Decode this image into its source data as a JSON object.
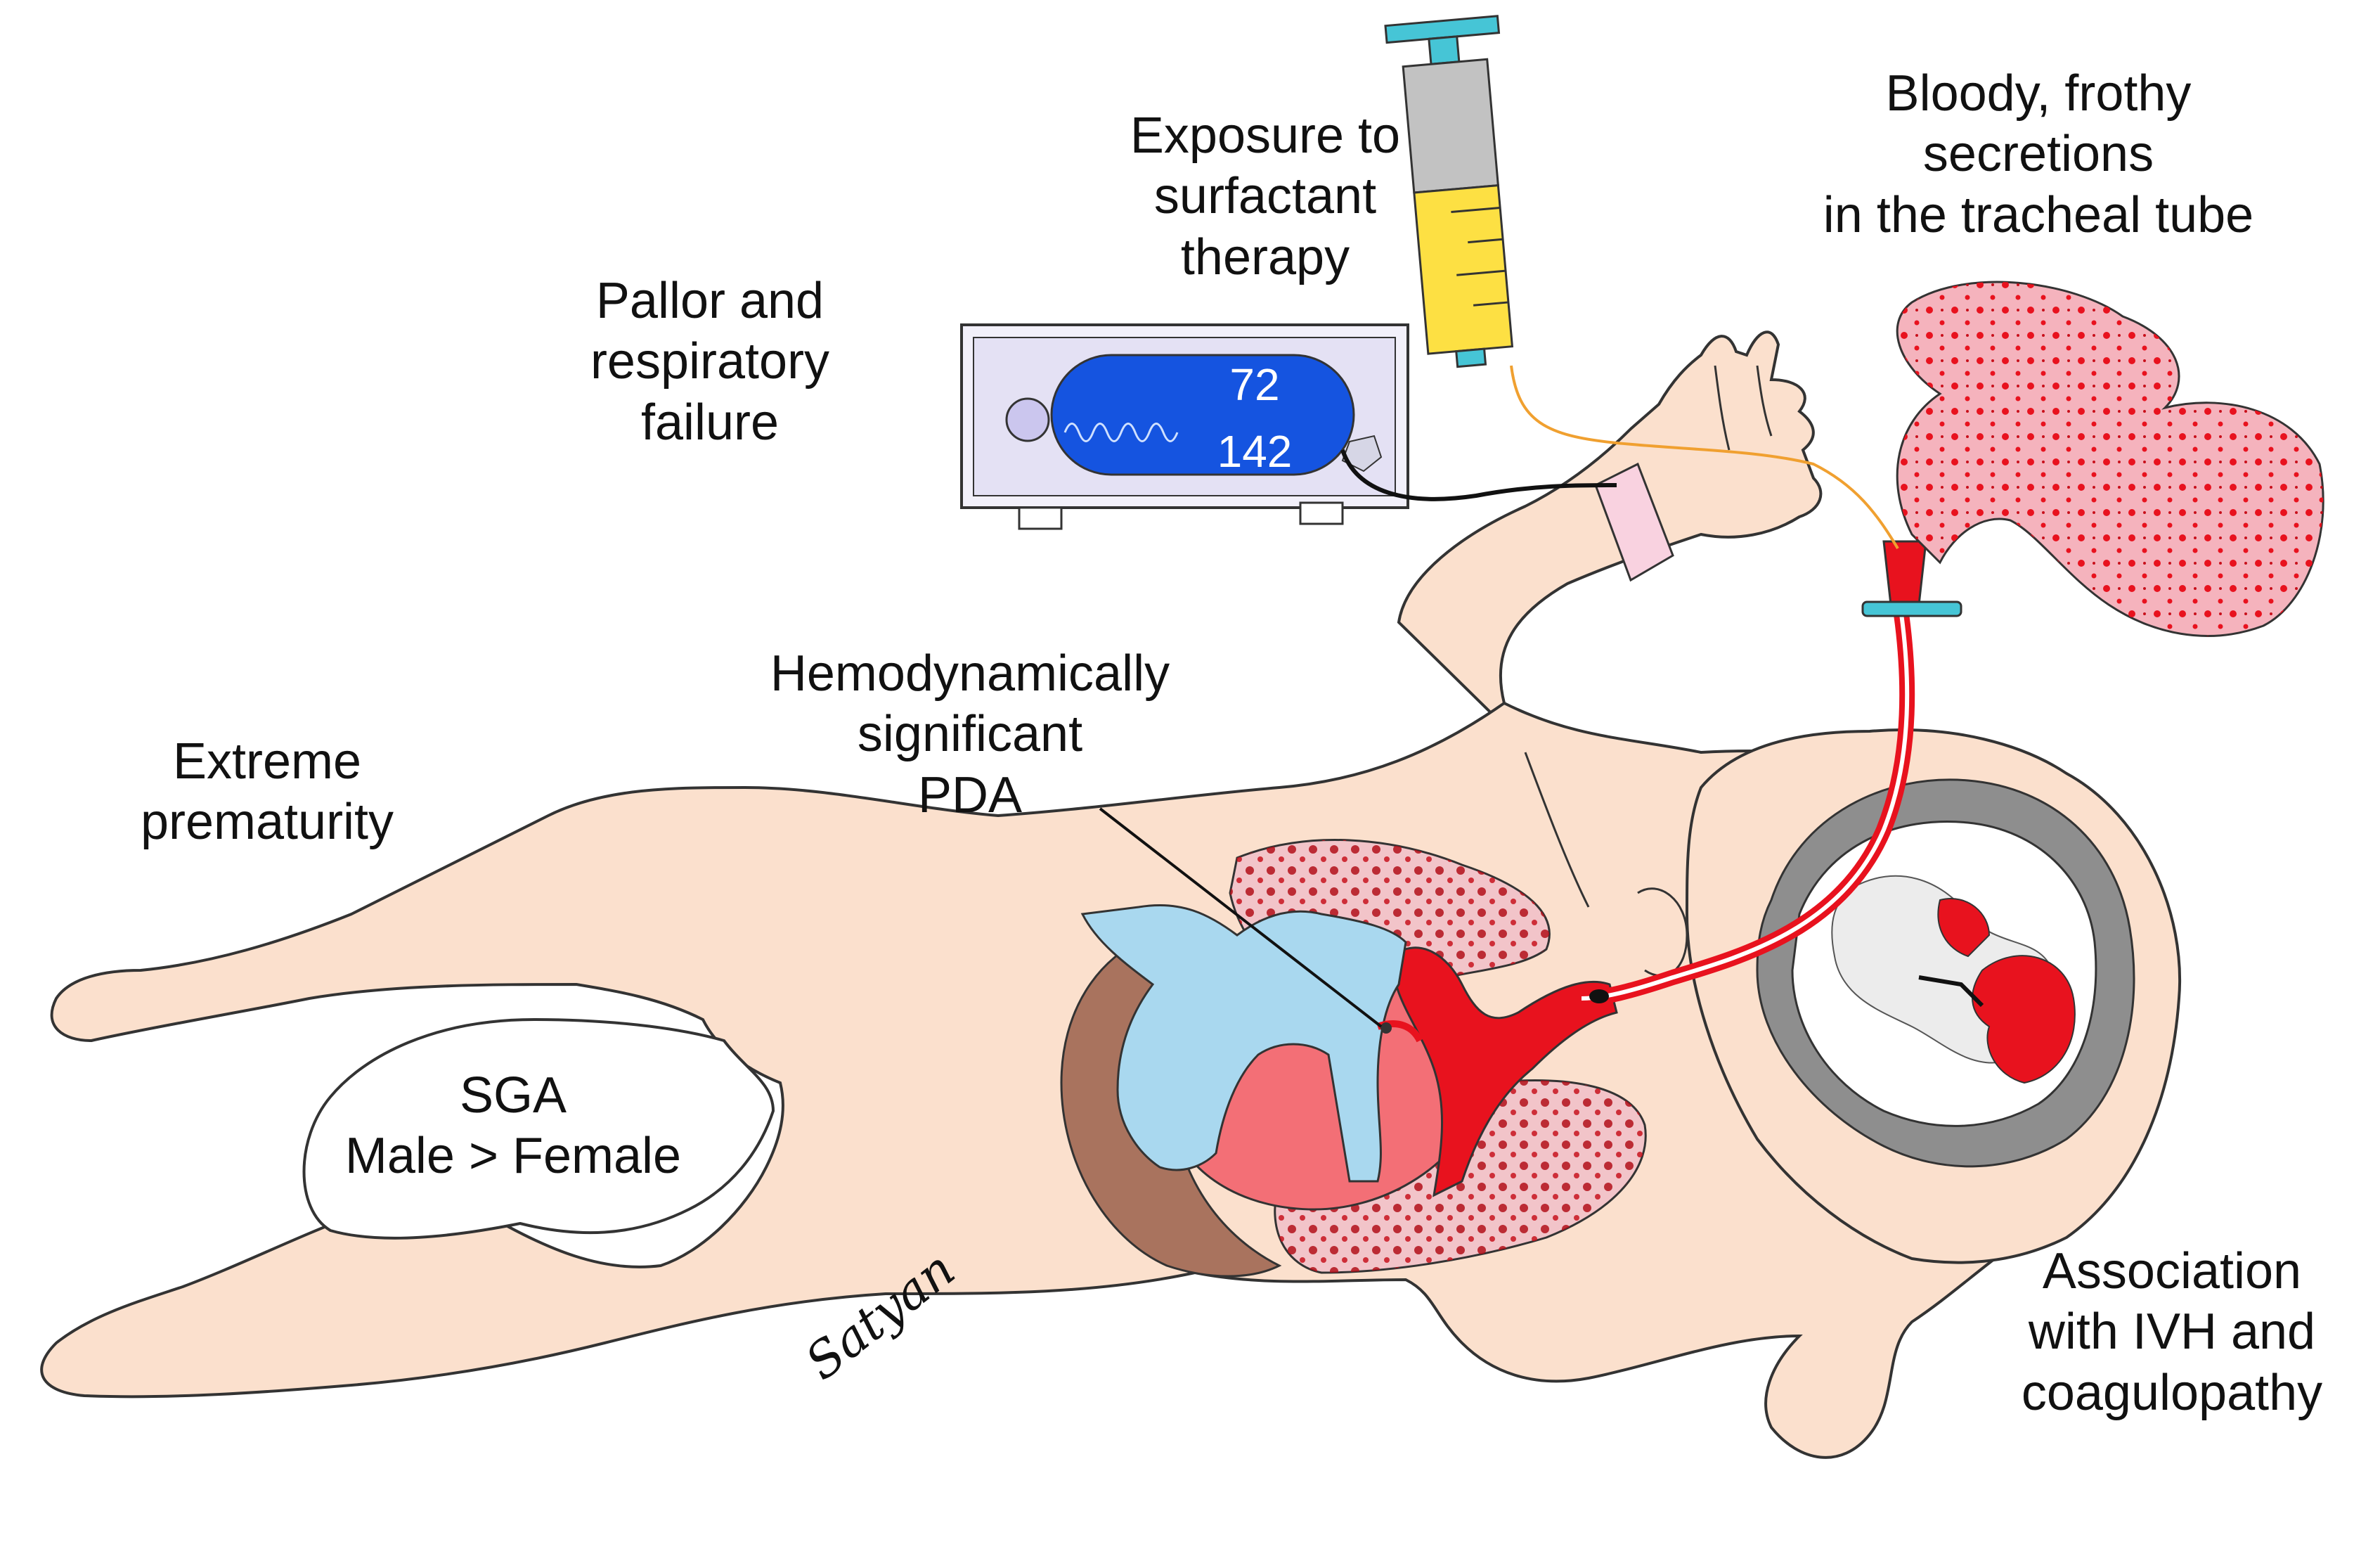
{
  "labels": {
    "surfactant": [
      "Exposure to",
      "surfactant",
      "therapy"
    ],
    "pallor": [
      "Pallor and",
      "respiratory",
      "failure"
    ],
    "secretions": [
      "Bloody, frothy",
      "secretions",
      "in the tracheal tube"
    ],
    "pda": [
      "Hemodynamically",
      "significant",
      "PDA"
    ],
    "prematurity": [
      "Extreme",
      "prematurity"
    ],
    "sga": [
      "SGA",
      "Male > Female"
    ],
    "ivh": [
      "Association",
      "with IVH and",
      "coagulopathy"
    ]
  },
  "monitor": {
    "heart_rate": "72",
    "spo2": "142"
  },
  "signature": "Satyan",
  "colors": {
    "skin": "#fbe0cd",
    "outline": "#333333",
    "blood_red": "#e8121e",
    "heart_pink": "#f36f76",
    "lung_pink": "#f2c4c9",
    "foam_pink": "#f5b3bd",
    "liver_brown": "#a9735e",
    "vessel_blue": "#a9d8ef",
    "monitor_blue": "#1554e0",
    "syringe_yellow": "#fde043",
    "syringe_grey": "#c2c2c2",
    "cyan": "#46c5d6",
    "brain_grey": "#8e8e8e",
    "wristband": "#f9d2e0"
  }
}
